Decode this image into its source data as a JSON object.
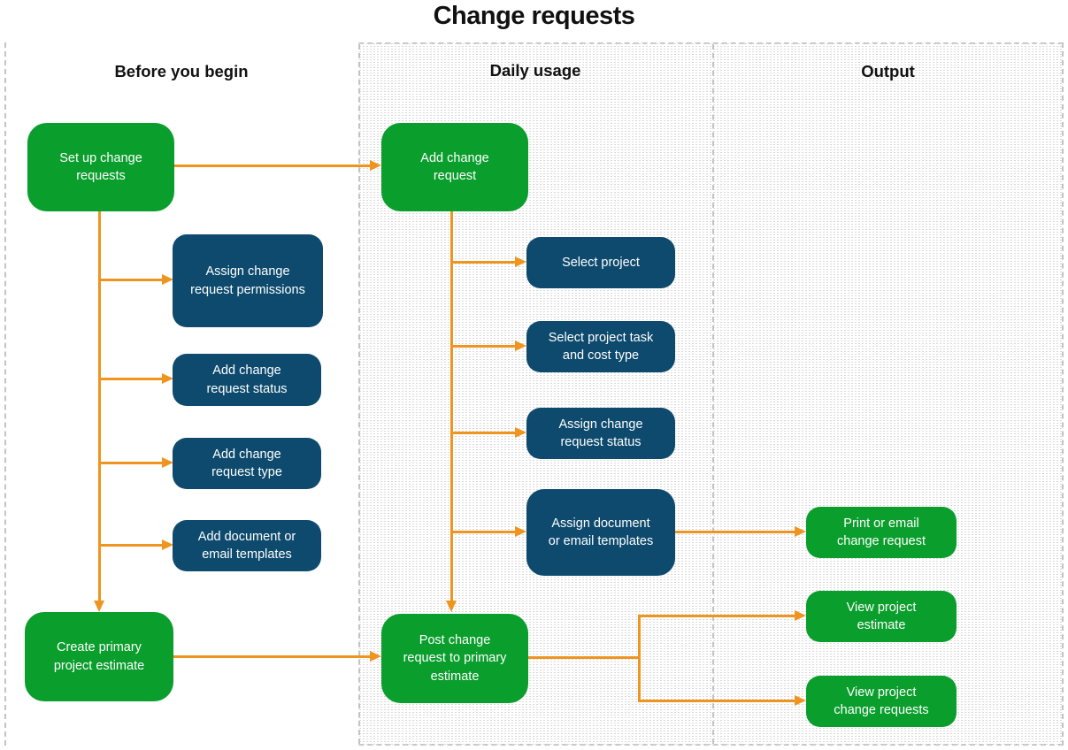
{
  "title": "Change requests",
  "colors": {
    "green": "#0a9e2c",
    "blue": "#0d4a6d",
    "orange": "#ef941f",
    "border_gray": "#c4c4c4",
    "dot_gray": "#d8d8d8",
    "ink": "#111111",
    "node_text": "#ffffff"
  },
  "columns": [
    {
      "header": "Before you begin",
      "nodes": [
        {
          "label": "Set up change requests",
          "type": "green"
        },
        {
          "label": "Assign change request permissions",
          "type": "blue"
        },
        {
          "label": "Add change request status",
          "type": "blue"
        },
        {
          "label": "Add change request type",
          "type": "blue"
        },
        {
          "label": "Add document or email templates",
          "type": "blue"
        },
        {
          "label": "Create primary project estimate",
          "type": "green"
        }
      ]
    },
    {
      "header": "Daily usage",
      "nodes": [
        {
          "label": "Add change request",
          "type": "green"
        },
        {
          "label": "Select project",
          "type": "blue"
        },
        {
          "label": "Select project task and cost type",
          "type": "blue"
        },
        {
          "label": "Assign change request status",
          "type": "blue"
        },
        {
          "label": "Assign document or email templates",
          "type": "blue"
        },
        {
          "label": "Post change request to primary estimate",
          "type": "green"
        }
      ]
    },
    {
      "header": "Output",
      "nodes": [
        {
          "label": "Print or email change request",
          "type": "green"
        },
        {
          "label": "View project estimate",
          "type": "green"
        },
        {
          "label": "View project change requests",
          "type": "green"
        }
      ]
    }
  ]
}
